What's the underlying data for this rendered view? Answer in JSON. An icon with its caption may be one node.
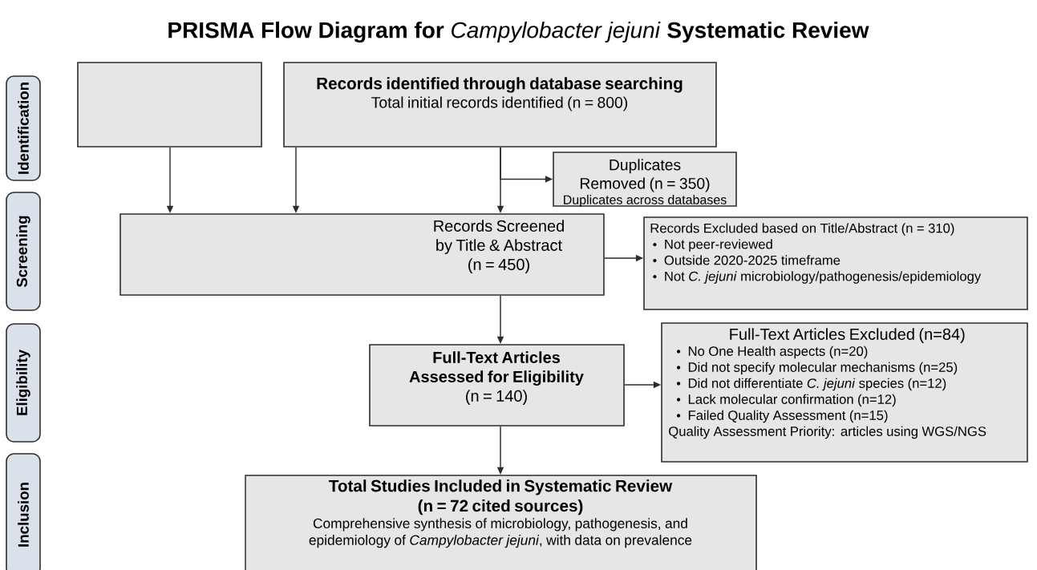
{
  "diagram": {
    "title": "**PRISMA Flow Diagram for** *Campylobacter jejuni* **Systematic Review**",
    "nodes": [
      {
        "text": [
          "Identification"
        ]
      },
      {
        "text": [
          "Screening"
        ]
      },
      {
        "text": [
          "Eligibility"
        ]
      },
      {
        "text": [
          "Inclusion"
        ]
      },
      {
        "text": [],
        "shape": "box"
      },
      {
        "text": [
          "Records identified through database searching",
          "Total initial records identified (n = 800)"
        ]
      },
      {
        "text": [
          "Duplicates Removed (n = 350)",
          "Duplicates across databases"
        ]
      },
      {
        "text": [
          "Records Screened by Title & Abstract",
          "(n = 450)"
        ]
      },
      {
        "text": [
          "Records Excluded based on Title/Abstract (n = 310)",
          "Not peer-reviewed",
          "Outside 2020-2025 timeframe",
          "Not *C. jejuni* microbiology/pathogenesis/epidemiology"
        ]
      },
      {
        "text": [
          "Full-Text Articles Assessed for Eligibility",
          "(n = 140)"
        ]
      },
      {
        "text": [
          "Full-Text Articles Excluded (n=84)",
          "No One Health aspects (n=20)",
          "Did not specify molecular mechanisms (n=25)",
          "Did not differentiate *C. jejuni* species (n=12)",
          "Lack molecular confirmation (n=12)",
          "Failed Quality Assessment (n=15)",
          "Quality Assessment Priority: articles using WGS/NGS"
        ]
      },
      {
        "text": [
          "Total Studies Included in Systematic Review",
          "(n = 72 cited sources)",
          "Comprehensive synthesis of microbiology, pathogenesis, and epidemiology of *Campylobacter jejuni*, with data on prevalence"
        ]
      }
    ],
    "edges": [
      {
        "from": 4,
        "to": 7,
        "arrow": "to"
      },
      {
        "from": 5,
        "to": 7,
        "arrow": "to"
      },
      {
        "from": 5,
        "to": 7,
        "arrow": "to"
      },
      {
        "from": 5,
        "to": 6,
        "arrow": "to"
      },
      {
        "from": 7,
        "to": 8,
        "arrow": "to"
      },
      {
        "from": 7,
        "to": 9,
        "arrow": "to"
      },
      {
        "from": 9,
        "to": 10,
        "arrow": "to"
      },
      {
        "from": 9,
        "to": 11,
        "arrow": "to"
      }
    ]
  }
}
